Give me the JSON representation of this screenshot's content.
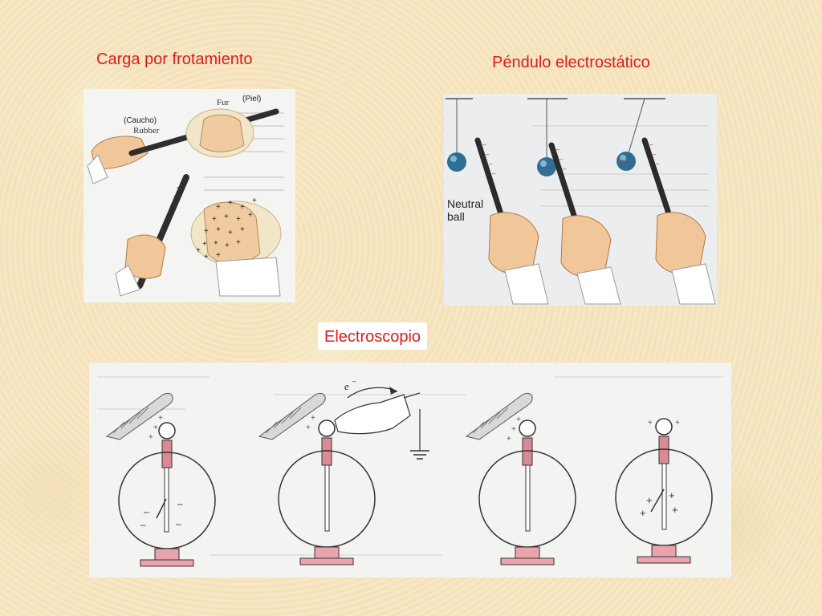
{
  "headings": {
    "carga": "Carga por frotamiento",
    "pendulo": "Péndulo electrostático",
    "electroscopio": "Electroscopio"
  },
  "carga_panel": {
    "label_piel": "(Piel)",
    "label_fur": "Fur",
    "label_caucho": "(Caucho)",
    "label_rubber": "Rubber"
  },
  "pendulo_panel": {
    "label_line1": "Neutral",
    "label_line2": "ball"
  },
  "electroscopio_panel": {
    "electron_label": "e"
  },
  "colors": {
    "heading_text": "#e01b1b",
    "slide_background": "#f7e6bf",
    "ball": "#2f6f94",
    "electroscope_base": "#e9a3ac"
  }
}
